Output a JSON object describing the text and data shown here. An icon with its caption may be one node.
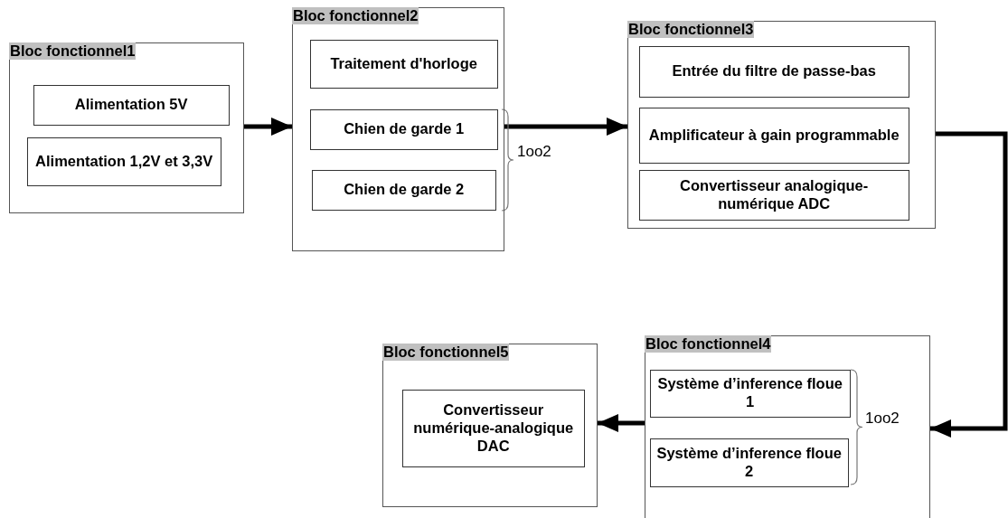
{
  "diagram": {
    "nodes": [
      {
        "text": [
          "Bloc fonctionnel1"
        ]
      },
      {
        "text": [
          "Alimentation 5V"
        ],
        "in": 0
      },
      {
        "text": [
          "Alimentation 1,2V et 3,3V"
        ],
        "in": 0
      },
      {
        "text": [
          "Bloc fonctionnel2"
        ]
      },
      {
        "text": [
          "Traitement d'horloge"
        ],
        "in": 3
      },
      {
        "text": [
          "Chien de garde 1"
        ],
        "in": 3
      },
      {
        "text": [
          "Chien de garde 2"
        ],
        "in": 3
      },
      {
        "text": [
          "Bloc fonctionnel3"
        ]
      },
      {
        "text": [
          "Entrée du filtre de passe-bas"
        ],
        "in": 7
      },
      {
        "text": [
          "Amplificateur à gain programmable"
        ],
        "in": 7
      },
      {
        "text": [
          "Convertisseur analogique-numérique ADC"
        ],
        "in": 7
      },
      {
        "text": [
          "Bloc fonctionnel4"
        ]
      },
      {
        "text": [
          "Système d’inference floue  1"
        ],
        "in": 11
      },
      {
        "text": [
          "Système d’inference floue  2"
        ],
        "in": 11
      },
      {
        "text": [
          "Bloc fonctionnel5"
        ]
      },
      {
        "text": [
          "Convertisseur numérique-analogique DAC"
        ],
        "in": 14
      }
    ],
    "edges": [
      {
        "from": 0,
        "to": 3,
        "arrow": "to"
      },
      {
        "from": 3,
        "to": 7,
        "arrow": "to"
      },
      {
        "from": 7,
        "to": 11,
        "arrow": "to"
      },
      {
        "from": 11,
        "to": 14,
        "arrow": "to"
      }
    ],
    "labels": [
      "1oo2",
      "1oo2"
    ]
  }
}
